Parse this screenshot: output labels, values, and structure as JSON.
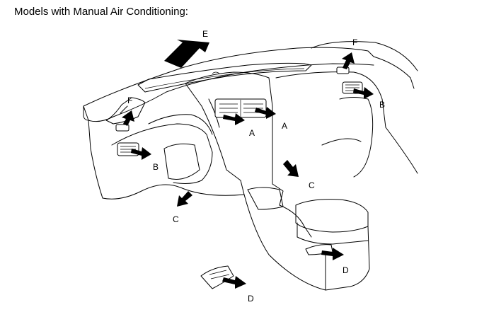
{
  "title": "Models with Manual Air Conditioning:",
  "labels": {
    "A": "A",
    "B": "B",
    "C": "C",
    "D": "D",
    "E": "E",
    "F": "F"
  }
}
